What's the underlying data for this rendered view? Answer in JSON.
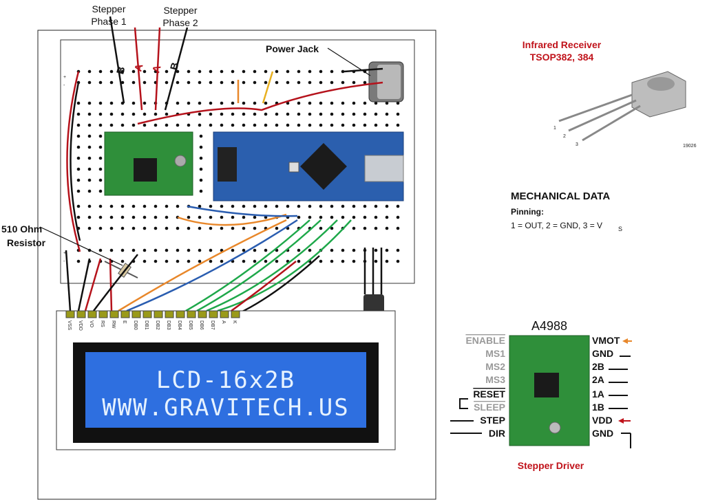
{
  "labels": {
    "stepper_phase_1": [
      "Stepper",
      "Phase 1"
    ],
    "stepper_phase_2": [
      "Stepper",
      "Phase 2"
    ],
    "wire_b1": "B",
    "wire_a1": "A",
    "wire_a2": "A",
    "wire_b2": "B",
    "power_jack": "Power Jack",
    "resistor": [
      "510 Ohm",
      "Resistor"
    ],
    "rail_plus": "+",
    "rail_minus": "-"
  },
  "ir_receiver": {
    "title": [
      "Infrared Receiver",
      "TSOP382, 384"
    ],
    "pin_numbers": [
      "1",
      "2",
      "3"
    ],
    "code": "19026",
    "mech_heading": "MECHANICAL DATA",
    "pinning_label": "Pinning:",
    "pinning_text": "1 = OUT, 2 = GND, 3 = V",
    "pinning_sub": "S"
  },
  "lcd": {
    "line1": "LCD-16x2B",
    "line2": "WWW.GRAVITECH.US",
    "pins": [
      "VSS",
      "VDD",
      "VO",
      "RS",
      "RW",
      "E",
      "DB0",
      "DB1",
      "DB2",
      "DB3",
      "DB4",
      "DB5",
      "DB6",
      "DB7",
      "A",
      "K"
    ]
  },
  "a4988": {
    "title": "A4988",
    "left_pins": [
      "ENABLE",
      "MS1",
      "MS2",
      "MS3",
      "RESET",
      "SLEEP",
      "STEP",
      "DIR"
    ],
    "right_pins": [
      "VMOT",
      "GND",
      "2B",
      "2A",
      "1A",
      "1B",
      "VDD",
      "GND"
    ],
    "caption": "Stepper Driver"
  },
  "colors": {
    "red_wire": "#b5121b",
    "green_wire": "#1ea84a",
    "blue_wire": "#2a5db0",
    "orange_wire": "#e8872a",
    "black_wire": "#111111",
    "caption_red": "#c0121a",
    "lcd_blue": "#2e6fe0",
    "pcb_green": "#2f8f3a",
    "nano_blue": "#2b5fae"
  }
}
